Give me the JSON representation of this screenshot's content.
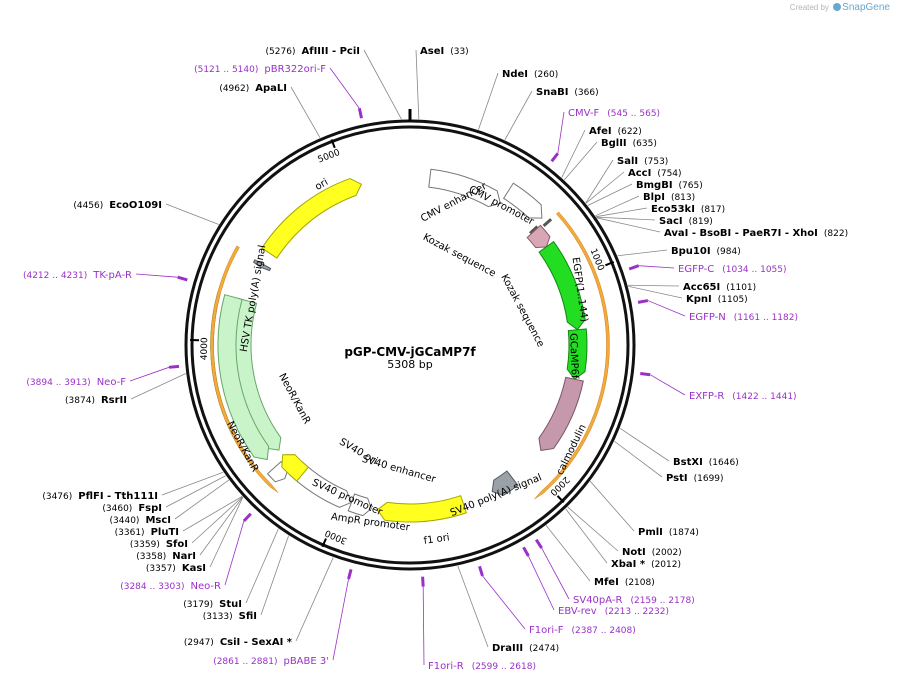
{
  "credit": {
    "prefix": "Created by",
    "brand": "SnapGene"
  },
  "plasmid": {
    "name": "pGP-CMV-jGCaMP7f",
    "size_label": "5308 bp",
    "length": 5308
  },
  "ticks": [
    {
      "bp": 1000,
      "label": "1000"
    },
    {
      "bp": 2000,
      "label": "2000"
    },
    {
      "bp": 3000,
      "label": "3000"
    },
    {
      "bp": 4000,
      "label": "4000"
    },
    {
      "bp": 5000,
      "label": "5000"
    }
  ],
  "features": [
    {
      "name": "CMV enhancer",
      "start": 100,
      "end": 480,
      "ring": 0,
      "style": "outline",
      "label": "CMV enhancer"
    },
    {
      "name": "CMV promoter",
      "start": 480,
      "end": 680,
      "ring": 1,
      "style": "outline",
      "label": "CMV promoter"
    },
    {
      "name": "Kozak sequence",
      "start": 694,
      "end": 703,
      "ring": 0,
      "style": "mark",
      "label": "Kozak sequence"
    },
    {
      "name": "Kozak sequence 2",
      "start": 712,
      "end": 721,
      "ring": 1,
      "style": "mark",
      "label": "Kozak sequence"
    },
    {
      "name": "tag",
      "start": 700,
      "end": 800,
      "ring": 0,
      "style": "pink",
      "label": ""
    },
    {
      "name": "EGFP(1..144)",
      "start": 800,
      "end": 1250,
      "ring": 0,
      "style": "green",
      "label": "EGFP(1..144)"
    },
    {
      "name": "EGFP(145..)",
      "start": 1250,
      "end": 1500,
      "ring": 0,
      "style": "green",
      "label": "EGFP(1..144)"
    },
    {
      "name": "calmodulin",
      "start": 1500,
      "end": 1900,
      "ring": 0,
      "style": "mauve",
      "label": "calmodulin"
    },
    {
      "name": "GCaMP6f",
      "start": 710,
      "end": 2080,
      "ring": 2,
      "style": "orange",
      "label": "GCaMP6f"
    },
    {
      "name": "SV40 poly(A) signal",
      "start": 2100,
      "end": 2222,
      "ring": 0,
      "style": "gray",
      "label": "SV40 poly(A) signal"
    },
    {
      "name": "f1 ori",
      "start": 2380,
      "end": 2820,
      "ring": 0,
      "style": "yellow",
      "label": "f1 ori"
    },
    {
      "name": "AmpR promoter",
      "start": 2850,
      "end": 2955,
      "ring": 0,
      "style": "outline",
      "label": "AmpR promoter"
    },
    {
      "name": "SV40 promoter",
      "start": 2955,
      "end": 3285,
      "ring": 0,
      "style": "outline",
      "label": "SV40 promoter"
    },
    {
      "name": "SV40 enhancer",
      "start": 3290,
      "end": 3360,
      "ring": 1,
      "style": "outline",
      "label": "SV40 enhancer"
    },
    {
      "name": "SV40 ori",
      "start": 3240,
      "end": 3380,
      "ring": 0,
      "style": "yellow",
      "label": "SV40 ori"
    },
    {
      "name": "NeoR/KanR",
      "start": 3410,
      "end": 4205,
      "ring": 0,
      "style": "lightgreen",
      "label": "NeoR/KanR"
    },
    {
      "name": "NeoR/KanR 2",
      "start": 3410,
      "end": 4205,
      "ring": 1,
      "style": "lightgreen",
      "label": "NeoR/KanR"
    },
    {
      "name": "NeoR/KanR 3",
      "start": 3410,
      "end": 4205,
      "ring": 2,
      "style": "darkgreen",
      "label": ""
    },
    {
      "name": "HSV TK poly(A) signal",
      "start": 4387,
      "end": 4405,
      "ring": 0,
      "style": "gray",
      "label": "HSV TK poly(A) signal"
    },
    {
      "name": "ori",
      "start": 4470,
      "end": 5060,
      "ring": 0,
      "style": "yellow",
      "label": "ori"
    },
    {
      "name": "orange2",
      "start": 3270,
      "end": 4420,
      "ring": 2,
      "style": "orange",
      "label": ""
    }
  ],
  "sites": [
    {
      "name": "AfIIII",
      "extra": " - PciI",
      "pos": "(5276)",
      "bp": 5276
    },
    {
      "name": "AseI",
      "extra": "",
      "pos": "(33)",
      "bp": 33
    },
    {
      "name": "NdeI",
      "extra": "",
      "pos": "(260)",
      "bp": 260
    },
    {
      "name": "SnaBI",
      "extra": "",
      "pos": "(366)",
      "bp": 366
    },
    {
      "name": "AfeI",
      "extra": "",
      "pos": "(622)",
      "bp": 622
    },
    {
      "name": "BglII",
      "extra": "",
      "pos": "(635)",
      "bp": 635
    },
    {
      "name": "SalI",
      "extra": "",
      "pos": "(753)",
      "bp": 753
    },
    {
      "name": "AccI",
      "extra": "",
      "pos": "(754)",
      "bp": 754
    },
    {
      "name": "BmgBI",
      "extra": "",
      "pos": "(765)",
      "bp": 765
    },
    {
      "name": "BlpI",
      "extra": "",
      "pos": "(813)",
      "bp": 813
    },
    {
      "name": "Eco53kI",
      "extra": "",
      "pos": "(817)",
      "bp": 817
    },
    {
      "name": "SacI",
      "extra": "",
      "pos": "(819)",
      "bp": 819
    },
    {
      "name": "AvaI",
      "extra": " - BsoBI - PaeR7I - XhoI",
      "pos": "(822)",
      "bp": 822
    },
    {
      "name": "Bpu10I",
      "extra": "",
      "pos": "(984)",
      "bp": 984
    },
    {
      "name": "Acc65I",
      "extra": "",
      "pos": "(1101)",
      "bp": 1101
    },
    {
      "name": "KpnI",
      "extra": "",
      "pos": "(1105)",
      "bp": 1105
    },
    {
      "name": "BstXI",
      "extra": "",
      "pos": "(1646)",
      "bp": 1646
    },
    {
      "name": "PstI",
      "extra": "",
      "pos": "(1699)",
      "bp": 1699
    },
    {
      "name": "PmlI",
      "extra": "",
      "pos": "(1874)",
      "bp": 1874
    },
    {
      "name": "NotI",
      "extra": "",
      "pos": "(2002)",
      "bp": 2002
    },
    {
      "name": "XbaI",
      "extra": " *",
      "pos": "(2012)",
      "bp": 2012
    },
    {
      "name": "MfeI",
      "extra": "",
      "pos": "(2108)",
      "bp": 2108
    },
    {
      "name": "DraIII",
      "extra": "",
      "pos": "(2474)",
      "bp": 2474
    },
    {
      "name": "CsiI",
      "extra": " - SexAI *",
      "pos": "(2947)",
      "bp": 2947
    },
    {
      "name": "SfiI",
      "extra": "",
      "pos": "(3133)",
      "bp": 3133
    },
    {
      "name": "StuI",
      "extra": "",
      "pos": "(3179)",
      "bp": 3179
    },
    {
      "name": "KasI",
      "extra": "",
      "pos": "(3357)",
      "bp": 3357
    },
    {
      "name": "NarI",
      "extra": "",
      "pos": "(3358)",
      "bp": 3358
    },
    {
      "name": "SfoI",
      "extra": "",
      "pos": "(3359)",
      "bp": 3359
    },
    {
      "name": "PluTI",
      "extra": "",
      "pos": "(3361)",
      "bp": 3361
    },
    {
      "name": "MscI",
      "extra": "",
      "pos": "(3440)",
      "bp": 3440
    },
    {
      "name": "FspI",
      "extra": "",
      "pos": "(3460)",
      "bp": 3460
    },
    {
      "name": "PflFI",
      "extra": " - Tth111I",
      "pos": "(3476)",
      "bp": 3476
    },
    {
      "name": "RsrII",
      "extra": "",
      "pos": "(3874)",
      "bp": 3874
    },
    {
      "name": "EcoO109I",
      "extra": "",
      "pos": "(4456)",
      "bp": 4456
    },
    {
      "name": "ApaLI",
      "extra": "",
      "pos": "(4962)",
      "bp": 4962
    }
  ],
  "primers": [
    {
      "name": "pBR322ori-F",
      "pos": "(5121 .. 5140)",
      "bp": 5130
    },
    {
      "name": "CMV-F",
      "pos": "(545 .. 565)",
      "bp": 555
    },
    {
      "name": "EGFP-C",
      "pos": "(1034 .. 1055)",
      "bp": 1045
    },
    {
      "name": "EGFP-N",
      "pos": "(1161 .. 1182)",
      "bp": 1171
    },
    {
      "name": "EXFP-R",
      "pos": "(1422 .. 1441)",
      "bp": 1431
    },
    {
      "name": "SV40pA-R",
      "pos": "(2159 .. 2178)",
      "bp": 2168
    },
    {
      "name": "EBV-rev",
      "pos": "(2213 .. 2232)",
      "bp": 2222
    },
    {
      "name": "F1ori-F",
      "pos": "(2387 .. 2408)",
      "bp": 2397
    },
    {
      "name": "F1ori-R",
      "pos": "(2599 .. 2618)",
      "bp": 2608
    },
    {
      "name": "pBABE 3'",
      "pos": "(2861 .. 2881)",
      "bp": 2871
    },
    {
      "name": "Neo-R",
      "pos": "(3284 .. 3303)",
      "bp": 3293
    },
    {
      "name": "Neo-F",
      "pos": "(3894 .. 3913)",
      "bp": 3903
    },
    {
      "name": "TK-pA-R",
      "pos": "(4212 .. 4231)",
      "bp": 4221
    }
  ]
}
